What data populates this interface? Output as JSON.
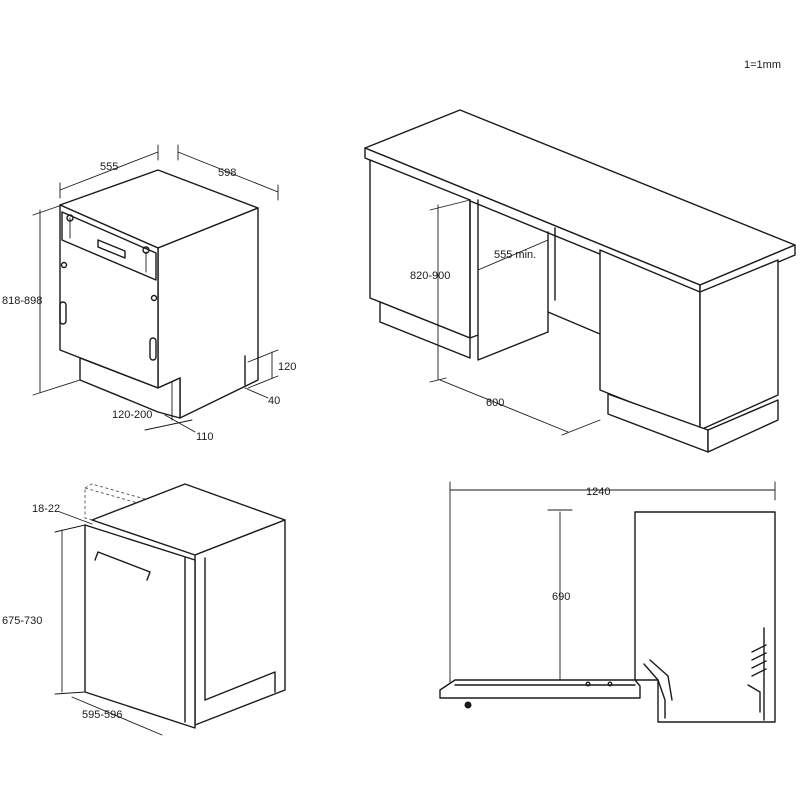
{
  "scale_note": "1=1mm",
  "views": {
    "dishwasher_semi": {
      "dims": {
        "width": "555",
        "depth": "598",
        "height": "818-898",
        "plinth_height": "120",
        "plinth_depth": "40",
        "toe_range": "120-200",
        "toe_depth": "110"
      }
    },
    "cabinet_install": {
      "dims": {
        "niche_height": "820-900",
        "niche_depth": "555 min.",
        "niche_width": "600"
      }
    },
    "dishwasher_full": {
      "dims": {
        "panel_gap": "18-22",
        "panel_height": "675-730",
        "width": "595-596"
      }
    },
    "door_open": {
      "dims": {
        "open_length": "1240",
        "door_height": "690"
      }
    }
  }
}
